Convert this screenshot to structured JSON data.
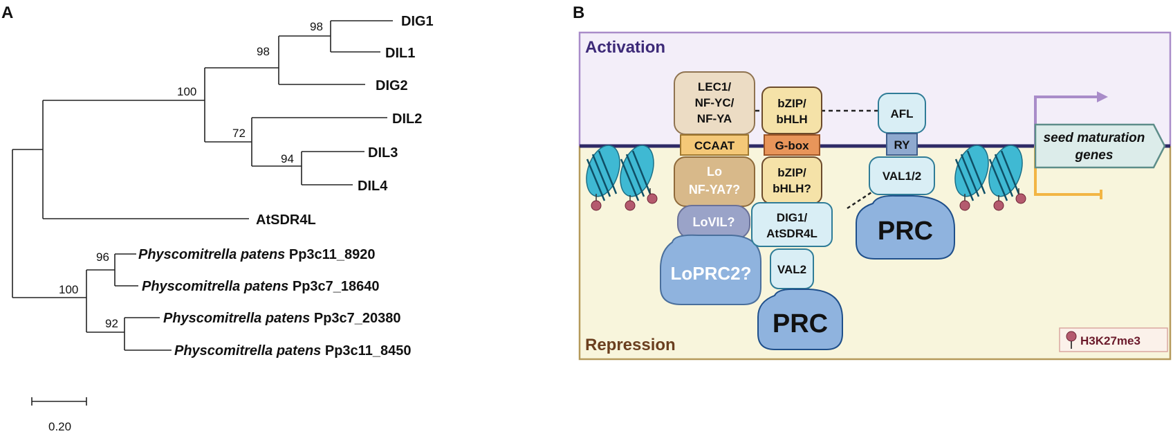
{
  "panel_a": {
    "label": "A",
    "taxa": {
      "dig1": "DIG1",
      "dil1": "DIL1",
      "dig2": "DIG2",
      "dil2": "DIL2",
      "dil3": "DIL3",
      "dil4": "DIL4",
      "atsdr4l": "AtSDR4L",
      "pp1_species": "Physcomitrella patens",
      "pp1_id": "Pp3c11_8920",
      "pp2_species": "Physcomitrella patens",
      "pp2_id": "Pp3c7_18640",
      "pp3_species": "Physcomitrella patens",
      "pp3_id": "Pp3c7_20380",
      "pp4_species": "Physcomitrella patens",
      "pp4_id": "Pp3c11_8450"
    },
    "bootstrap": {
      "dig1_dil1": "98",
      "dig_group": "98",
      "main_clade": "100",
      "dil2_group": "72",
      "dil3_dil4": "94",
      "pp_a": "96",
      "pp_root": "100",
      "pp_b": "92"
    },
    "scale_bar": "0.20"
  },
  "panel_b": {
    "label": "B",
    "activation_label": "Activation",
    "repression_label": "Repression",
    "boxes": {
      "lec1_line1": "LEC1/",
      "lec1_line2": "NF-YC/",
      "lec1_line3": "NF-YA",
      "ccaat": "CCAAT",
      "lo_line1": "Lo",
      "lo_line2": "NF-YA7?",
      "lovil": "LoVIL?",
      "loprc2": "LoPRC2?",
      "bzip_top_line1": "bZIP/",
      "bzip_top_line2": "bHLH",
      "gbox": "G-box",
      "bzip_bot_line1": "bZIP/",
      "bzip_bot_line2": "bHLH?",
      "dig1_line1": "DIG1/",
      "dig1_line2": "AtSDR4L",
      "val2": "VAL2",
      "prc_center": "PRC",
      "afl": "AFL",
      "ry": "RY",
      "val12": "VAL1/2",
      "prc_right": "PRC",
      "seed_line1": "seed maturation",
      "seed_line2": "genes",
      "h3k27me3": "H3K27me3"
    },
    "colors": {
      "activation_bg": "#f3eef9",
      "repression_bg": "#f8f5dc",
      "frame_top": "#a98cc9",
      "frame_bottom": "#b59a5a",
      "dna": "#2e2a66",
      "activation_text": "#3d2a78",
      "repression_text": "#6b3f1f",
      "nucleosome": "#3fb9d3",
      "mark": "#b45a6e",
      "prc_fill": "#8fb3de",
      "arrow_active": "#a98cc9",
      "arrow_repressed": "#f2b544"
    }
  }
}
